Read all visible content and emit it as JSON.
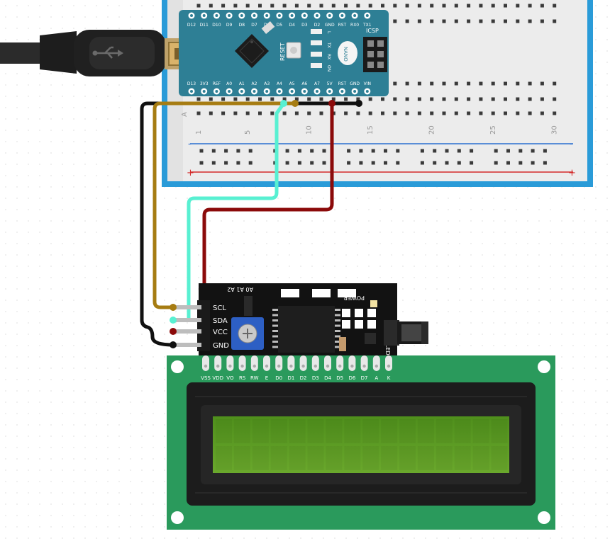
{
  "breadboard": {
    "row_letter_a": "A",
    "column_numbers": [
      "1",
      "5",
      "10",
      "15",
      "20",
      "25",
      "30"
    ],
    "rail_minus": "-",
    "rail_plus": "+"
  },
  "arduino": {
    "top_pins": [
      "D12",
      "D11",
      "D10",
      "D9",
      "D8",
      "D7",
      "D6",
      "D5",
      "D4",
      "D3",
      "D2",
      "GND",
      "RST",
      "RX0",
      "TX1"
    ],
    "bottom_pins": [
      "D13",
      "3V3",
      "REF",
      "A0",
      "A1",
      "A2",
      "A3",
      "A4",
      "A5",
      "A6",
      "A7",
      "5V",
      "RST",
      "GND",
      "VIN"
    ],
    "led_labels": [
      "L",
      "TX",
      "RX",
      "ON"
    ],
    "reset_label": "RESET",
    "icsp_label": "ICSP",
    "nano_label": "NANO"
  },
  "i2c_backpack": {
    "addr_label": "A0 A1 A2",
    "pin_labels": [
      "SCL",
      "SDA",
      "VCC",
      "GND"
    ],
    "power_label": "POWER",
    "led_label": "LED"
  },
  "lcd": {
    "pin_labels": [
      "VSS",
      "VDD",
      "VO",
      "RS",
      "RW",
      "E",
      "D0",
      "D1",
      "D2",
      "D3",
      "D4",
      "D5",
      "D6",
      "D7",
      "A",
      "K"
    ]
  },
  "colors": {
    "breadboard_border": "#2a9bd8",
    "wire_scl": "#a67c12",
    "wire_sda": "#58f0d2",
    "wire_vcc": "#8b0a0a",
    "wire_gnd": "#111111",
    "arduino_pcb": "#2e7f95",
    "lcd_pcb": "#2a9a5c",
    "lcd_screen": "#5c9a22"
  }
}
